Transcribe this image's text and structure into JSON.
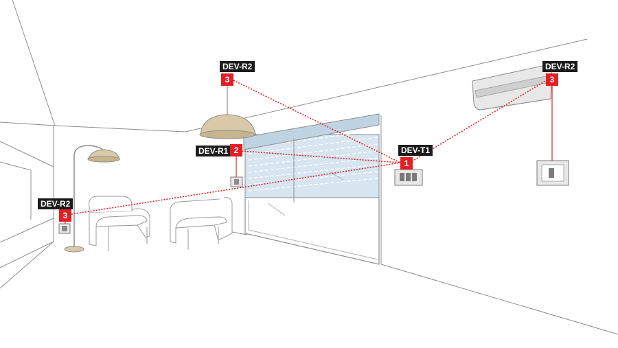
{
  "colors": {
    "link": "#e31e24",
    "label_bg": "#1b1b1b",
    "label_text": "#ffffff",
    "line": "#8c8c8c",
    "lamp_shade": "#d9c9a8",
    "blind": "#bfd4e3",
    "ac_unit": "#e8e8e8"
  },
  "devices": [
    {
      "id": "ceiling-lamp",
      "label": "DEV-R2",
      "number": "3"
    },
    {
      "id": "air-conditioner",
      "label": "DEV-R2",
      "number": "3"
    },
    {
      "id": "shutter",
      "label": "DEV-R1",
      "number": "2"
    },
    {
      "id": "transmitter",
      "label": "DEV-T1",
      "number": "1"
    },
    {
      "id": "floor-lamp",
      "label": "DEV-R2",
      "number": "3"
    }
  ],
  "icons": [
    "ceiling-lamp-icon",
    "floor-lamp-icon",
    "armchair-icon",
    "air-conditioner-icon",
    "roller-shutter-icon",
    "wall-switch-icon",
    "wall-keypad-icon",
    "thermostat-panel-icon"
  ]
}
